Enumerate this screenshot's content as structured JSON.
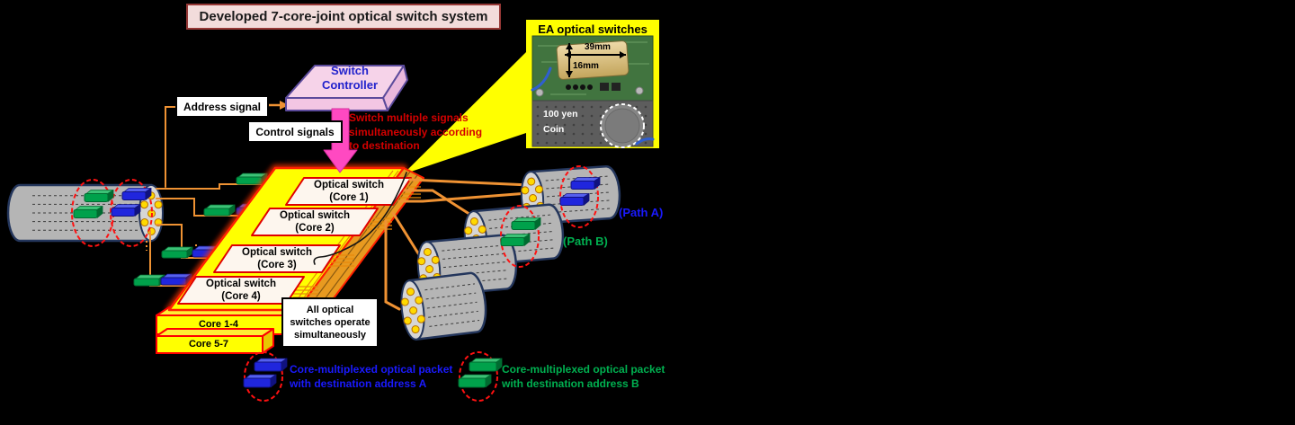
{
  "title": "Developed 7-core-joint optical switch system",
  "inset": {
    "title": "EA optical switches",
    "width_label": "39mm",
    "height_label": "16mm",
    "coin_label": "100 yen\nCoin"
  },
  "controller": {
    "label": "Switch\nController"
  },
  "signals": {
    "address": "Address signal",
    "control": "Control signals",
    "note": "Switch multiple signals\nsimultaneously according\nto destination"
  },
  "switches": [
    {
      "label": "Optical switch\n(Core 1)"
    },
    {
      "label": "Optical switch\n(Core 2)"
    },
    {
      "label": "Optical switch\n(Core 3)"
    },
    {
      "label": "Optical switch\n(Core 4)"
    }
  ],
  "stacks": [
    {
      "label": "Core 1-4"
    },
    {
      "label": "Core 5-7"
    }
  ],
  "operation_note": "All optical\nswitches operate\nsimultaneously",
  "paths": {
    "a": "(Path A)",
    "b": "(Path B)"
  },
  "legend": [
    {
      "color": "#1a1aff",
      "label": "Core-multiplexed optical packet\nwith destination address A"
    },
    {
      "color": "#00b050",
      "label": "Core-multiplexed optical packet\nwith destination address B"
    }
  ],
  "colors": {
    "background": "#000000",
    "accent_yellow": "#ffff00",
    "wire_orange": "#ef9233",
    "packet_blue": "#2026dd",
    "packet_green": "#00a14b",
    "path_a_blue": "#1a1aff",
    "path_b_green": "#00b050",
    "note_red": "#d40000",
    "arrow_magenta": "#ff49c1",
    "title_bg": "#f2dcdb",
    "title_border": "#953735",
    "controller_pink": "#f6d3e9",
    "cylinder_gray": "#b5b5b5",
    "dashed_ellipse_red": "#ff1111"
  }
}
